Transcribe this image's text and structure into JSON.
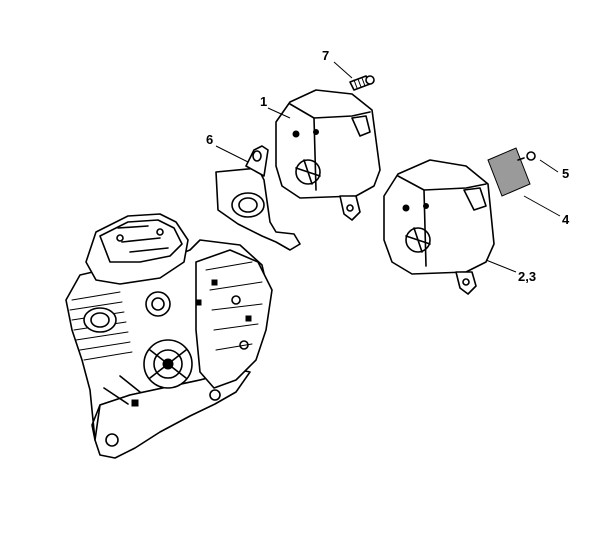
{
  "diagram": {
    "callouts": {
      "c1": "1",
      "c23": "2,3",
      "c4": "4",
      "c5": "5",
      "c6": "6",
      "c7": "7"
    }
  },
  "colors": {
    "line": "#000000",
    "background": "#ffffff",
    "screen": "#9a9a9a"
  }
}
